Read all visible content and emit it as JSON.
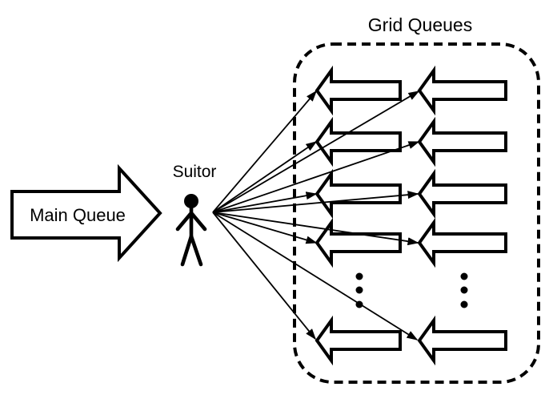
{
  "colors": {
    "ink": "#000000",
    "background": "#ffffff"
  },
  "main_queue": {
    "label": "Main Queue",
    "shape": "right-block-arrow"
  },
  "suitor": {
    "label": "Suitor",
    "icon": "stick-figure-person-icon"
  },
  "grid_queues": {
    "label": "Grid Queues",
    "container": "dashed-rounded-rectangle",
    "columns": 2,
    "visible_arrow_rows_per_column": 5,
    "ellipsis": "vertical dots between rows 4 and 5 in each column",
    "arrow_direction": "left"
  },
  "connections": {
    "from": "suitor",
    "to": "tip of each grid queue arrow",
    "count": 10,
    "style": "thin line with small filled arrowhead"
  }
}
